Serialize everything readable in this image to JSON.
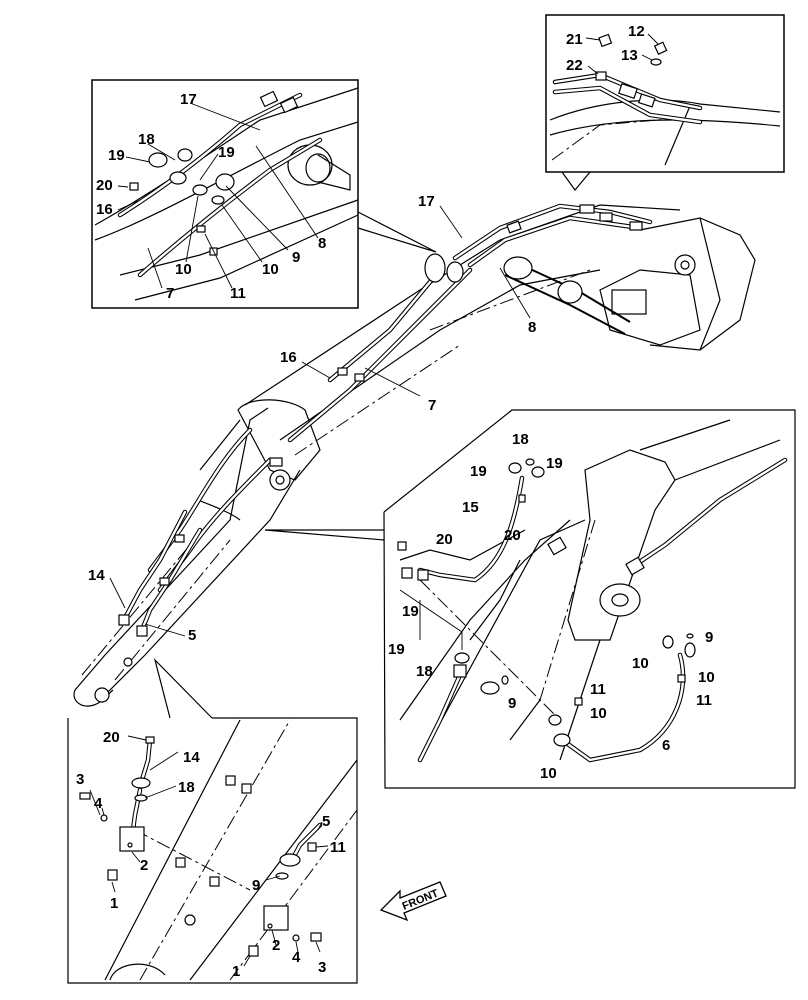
{
  "callouts": {
    "top_right": [
      "21",
      "12",
      "13",
      "22"
    ],
    "upper_left": [
      "17",
      "18",
      "19",
      "19",
      "20",
      "16",
      "10",
      "10",
      "9",
      "8",
      "7",
      "11"
    ],
    "main": [
      "17",
      "8",
      "16",
      "7",
      "14",
      "5"
    ],
    "right_inset": [
      "18",
      "19",
      "19",
      "15",
      "20",
      "20",
      "19",
      "19",
      "18",
      "9",
      "9",
      "10",
      "10",
      "11",
      "11",
      "10",
      "6",
      "10"
    ],
    "lower_left": [
      "20",
      "14",
      "3",
      "4",
      "18",
      "2",
      "1",
      "5",
      "11",
      "9",
      "2",
      "1",
      "4",
      "3"
    ]
  },
  "front_arrow": {
    "label": "FRONT"
  }
}
